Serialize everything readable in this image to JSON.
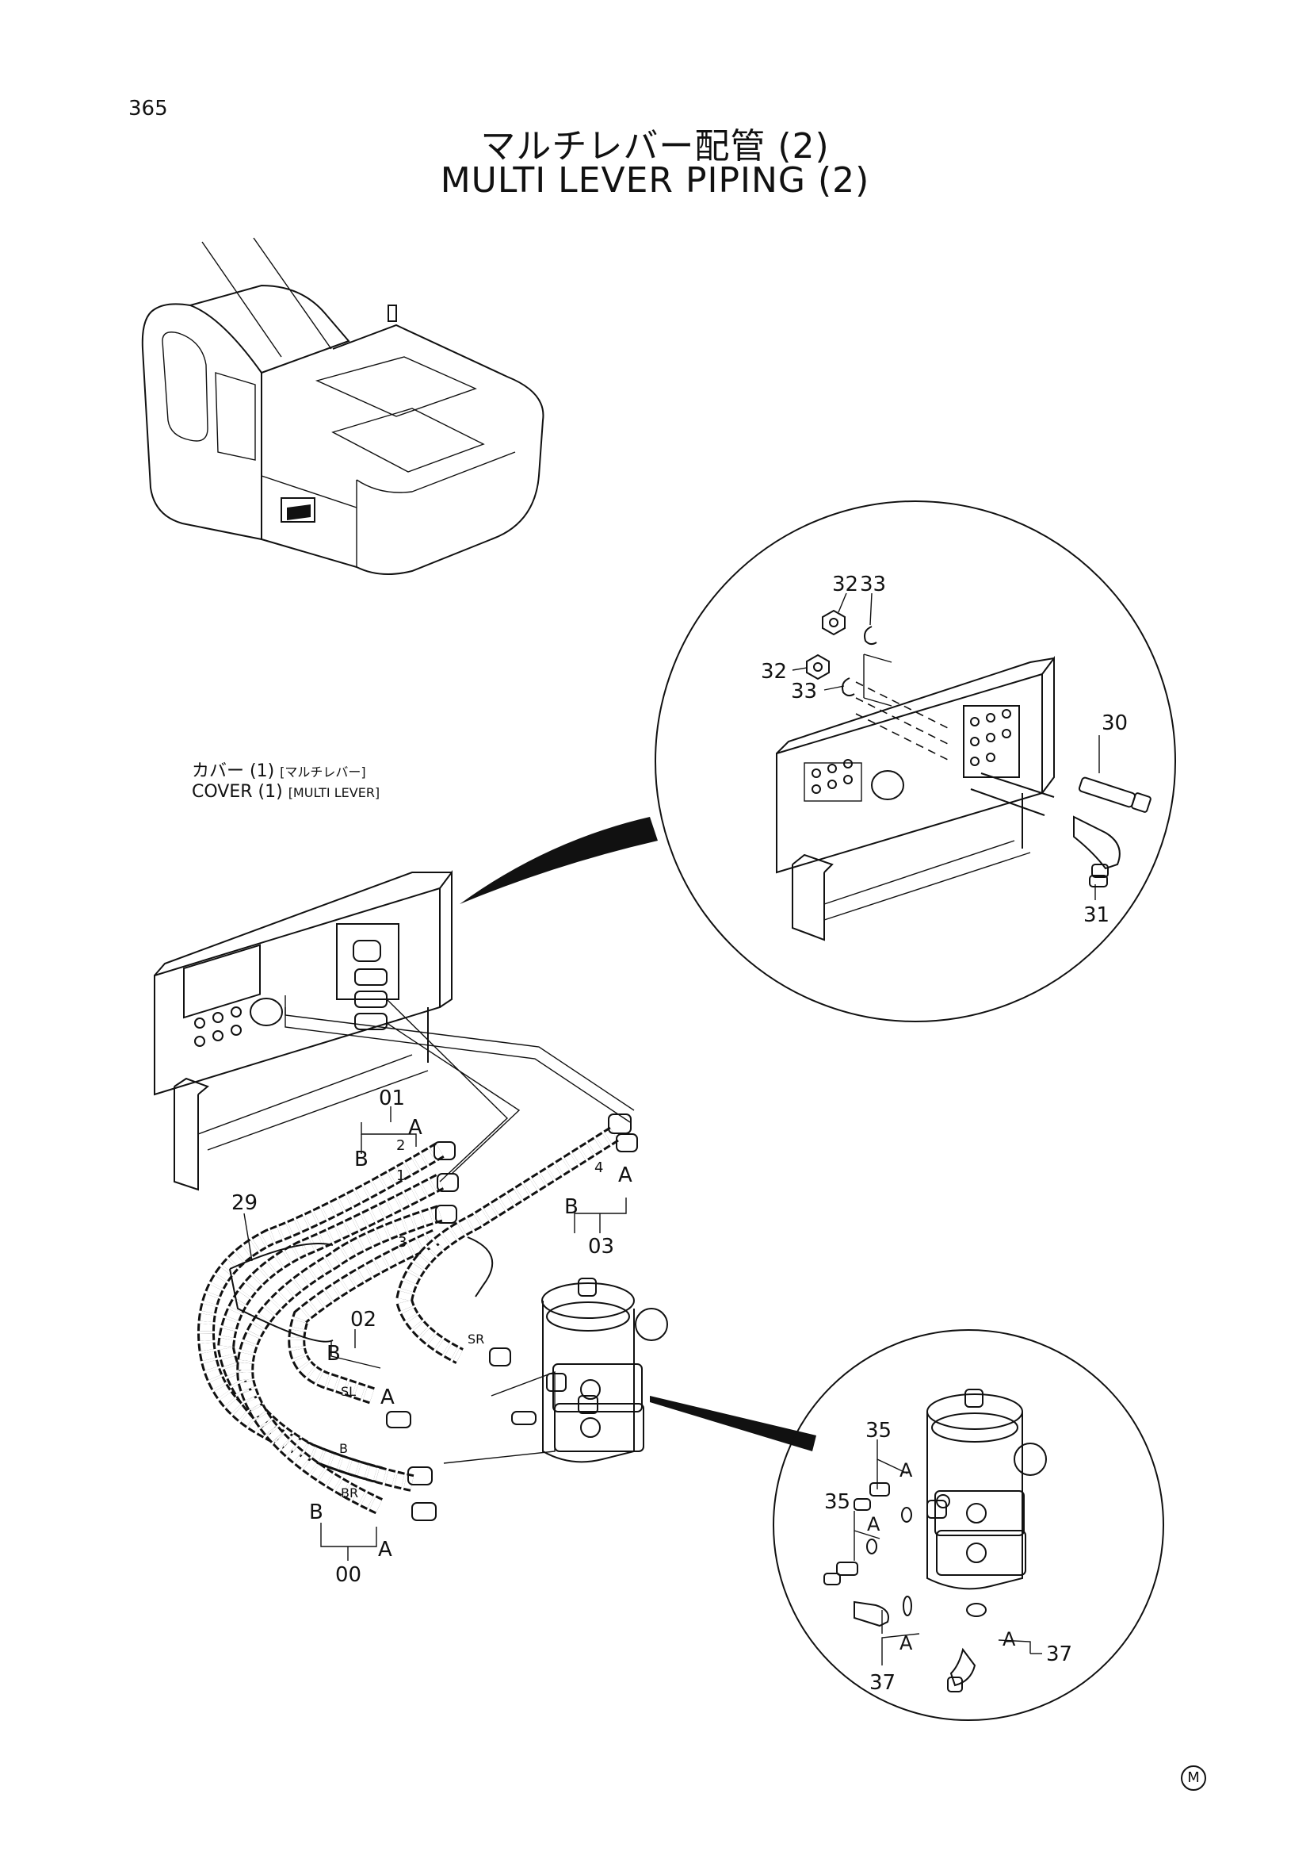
{
  "page_number": "365",
  "title_jp": "マルチレバー配管 (2)",
  "title_en": "MULTI LEVER PIPING (2)",
  "cover_label": {
    "jp_main": "カバー (1)",
    "jp_sub": "[マルチレバー]",
    "en_main": "COVER (1)",
    "en_sub": "[MULTI LEVER]"
  },
  "callouts": {
    "c01": "01",
    "c02": "02",
    "c03": "03",
    "c00": "00",
    "c29": "29",
    "c30": "30",
    "c31": "31",
    "c32a": "32",
    "c32b": "32",
    "c33a": "33",
    "c33b": "33",
    "c35a": "35",
    "c35b": "35",
    "c37a": "37",
    "c37b": "37"
  },
  "port_labels": {
    "a1": "A",
    "b1": "B",
    "a2": "A",
    "b2": "B",
    "a3": "A",
    "b3": "B",
    "a0": "A",
    "b0": "B",
    "a4": "A",
    "a5": "A",
    "a6": "A",
    "a7": "A",
    "n1": "1",
    "n2": "2",
    "n3": "3",
    "n4": "4",
    "sl": "SL",
    "sr": "SR",
    "br": "BR",
    "bb": "B"
  },
  "maker_mark": "M"
}
